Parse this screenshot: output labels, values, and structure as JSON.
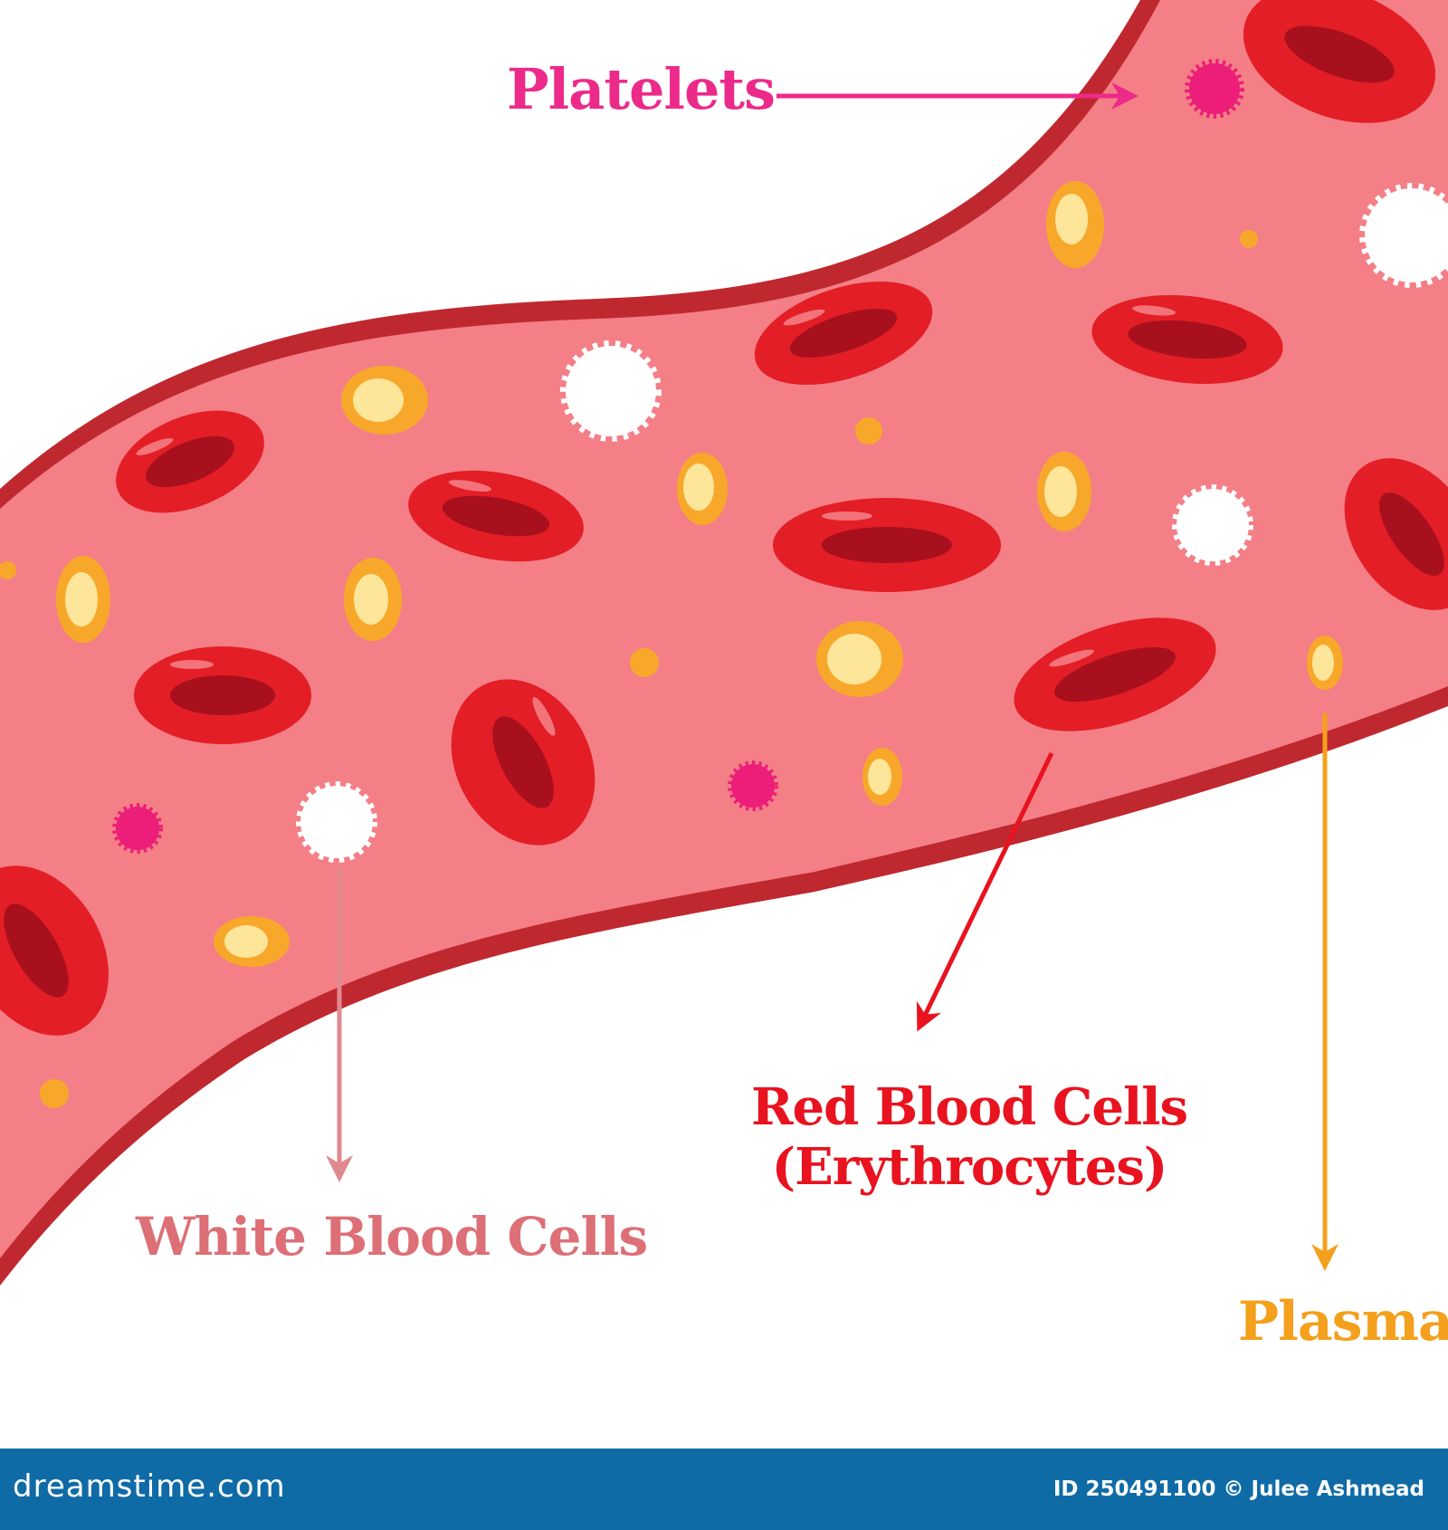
{
  "labels": {
    "platelets": "Platelets",
    "white_blood_cells": "White Blood Cells",
    "red_blood_cells_line1": "Red Blood Cells",
    "red_blood_cells_line2": "(Erythrocytes)",
    "plasma": "Plasma"
  },
  "colors": {
    "background": "#ffffff",
    "vessel_wall": "#c0282f",
    "plasma_fill": "#f47f86",
    "rbc": "#e41e26",
    "rbc_dark": "#a8101d",
    "wbc": "#ffffff",
    "platelet": "#ec1e79",
    "plasma_particle_outer": "#f7a82a",
    "plasma_particle_inner": "#fde59a",
    "label_platelets": "#ec2a8a",
    "label_wbc": "#dd6f77",
    "label_rbc": "#e8131f",
    "label_plasma": "#f4a01c",
    "footer_bg": "#0f6ba6"
  },
  "footer": {
    "site": "dreamstime.com",
    "image_id": "ID 250491100 © Julee Ashmead"
  }
}
